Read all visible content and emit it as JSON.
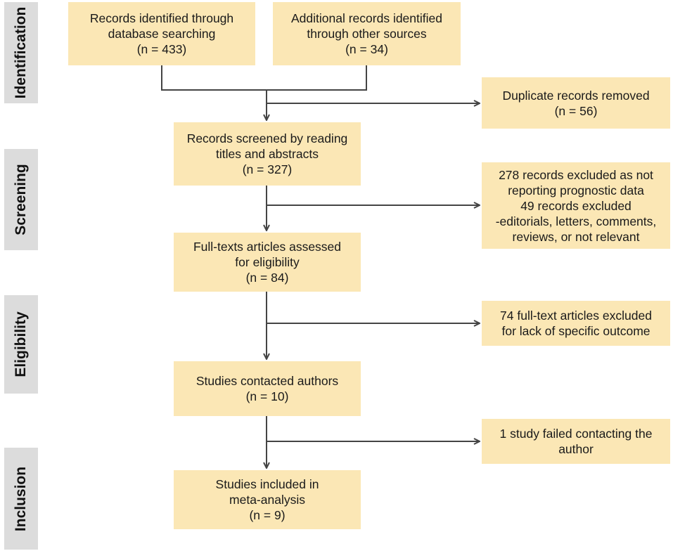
{
  "stages": [
    {
      "id": "identification",
      "label": "Identification"
    },
    {
      "id": "screening",
      "label": "Screening"
    },
    {
      "id": "eligibility",
      "label": "Eligibility"
    },
    {
      "id": "inclusion",
      "label": "Inclusion"
    }
  ],
  "boxes": {
    "database": {
      "lines": [
        "Records identified through",
        "database searching",
        "(n = 433)"
      ]
    },
    "other": {
      "lines": [
        "Additional records identified",
        "through other sources",
        "(n = 34)"
      ]
    },
    "duplicates": {
      "lines": [
        "Duplicate records removed",
        "(n = 56)"
      ]
    },
    "screened": {
      "lines": [
        "Records screened by reading",
        "titles and abstracts",
        "(n = 327)"
      ]
    },
    "excluded_screening": {
      "lines": [
        "278 records excluded as not",
        "reporting prognostic data",
        "49 records excluded",
        "-editorials, letters, comments,",
        "reviews, or not relevant"
      ]
    },
    "fulltext": {
      "lines": [
        "Full-texts articles assessed",
        "for eligibility",
        "(n = 84)"
      ]
    },
    "excluded_fulltext": {
      "lines": [
        "74 full-text articles excluded",
        "for lack of specific outcome"
      ]
    },
    "contacted": {
      "lines": [
        "Studies contacted authors",
        "(n = 10)"
      ]
    },
    "failed": {
      "lines": [
        "1 study failed contacting the",
        "author"
      ]
    },
    "included": {
      "lines": [
        "Studies included in",
        "meta-analysis",
        "(n = 9)"
      ]
    }
  },
  "colors": {
    "box_fill": "#fbe7b5",
    "stage_fill": "#dcdcdc",
    "line": "#444444"
  }
}
